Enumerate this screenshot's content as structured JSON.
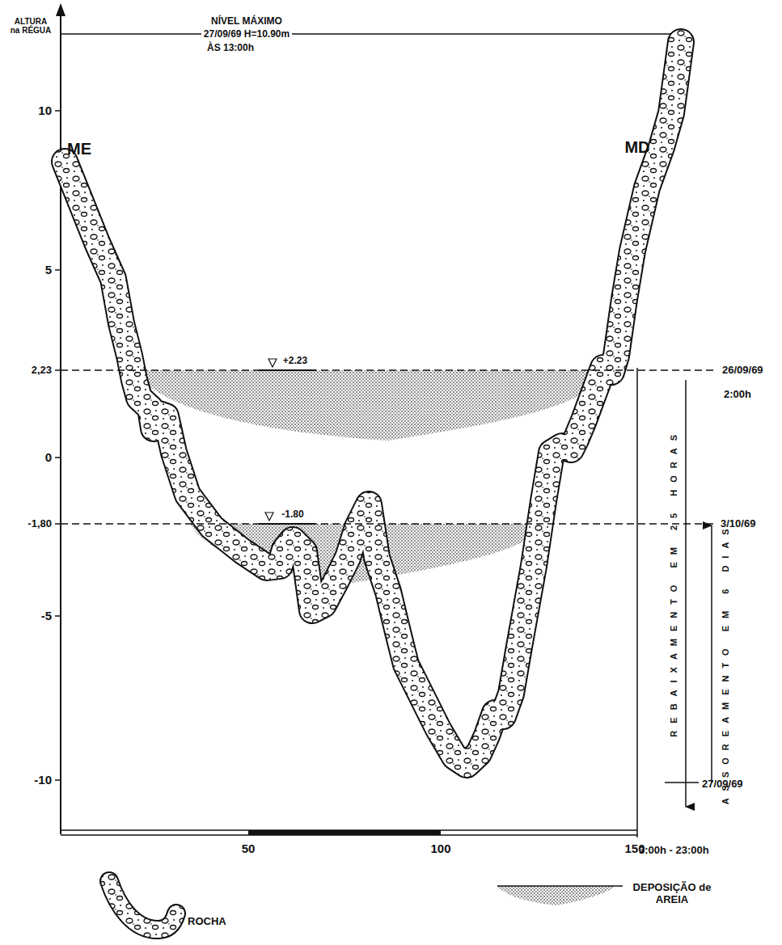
{
  "diagram": {
    "labels": [
      "ALTURA na RÉGUA",
      "NÍVEL MÁXIMO",
      "27/09/69 H=10.90m",
      "ÀS 13:00h",
      "10",
      "5",
      "0",
      "-5",
      "-10",
      "2,23",
      "-1,80",
      "ME",
      "MD",
      "+2.23",
      "-1.80",
      "26/09/69",
      "2:00h",
      "3/10/69",
      "27/09/69",
      "3:00h - 23:00h",
      "REBAIXAMENTO EM 25 HORAS",
      "ASSOREAMENTO EM 6 DIAS",
      "50",
      "100",
      "150"
    ],
    "legend": [
      {
        "text": "ROCHA"
      },
      {
        "text": "DEPOSIÇÃO de AREIA"
      }
    ]
  }
}
